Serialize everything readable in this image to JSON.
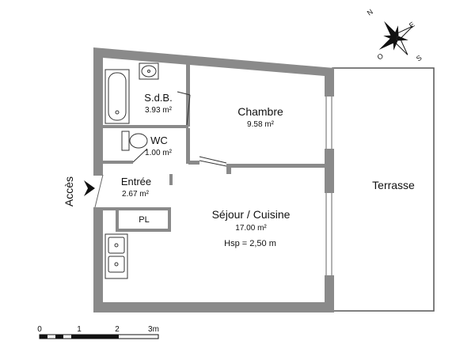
{
  "rooms": {
    "sdb": {
      "name": "S.d.B.",
      "area": "3.93 m²"
    },
    "chambre": {
      "name": "Chambre",
      "area": "9.58 m²"
    },
    "wc": {
      "name": "WC",
      "area": "1.00 m²"
    },
    "entree": {
      "name": "Entrée",
      "area": "2.67 m²"
    },
    "pl": {
      "name": "PL"
    },
    "sejour": {
      "name": "Séjour / Cuisine",
      "area": "17.00 m²",
      "note": "Hsp =  2,50 m"
    },
    "terrasse": {
      "name": "Terrasse"
    }
  },
  "access_label": "Accès",
  "compass": {
    "n": "N",
    "e": "E",
    "s": "S",
    "o": "O"
  },
  "scale": {
    "ticks": [
      "0",
      "1",
      "2",
      "3m"
    ]
  },
  "colors": {
    "wall": "#8a8a8a",
    "line": "#333333"
  }
}
